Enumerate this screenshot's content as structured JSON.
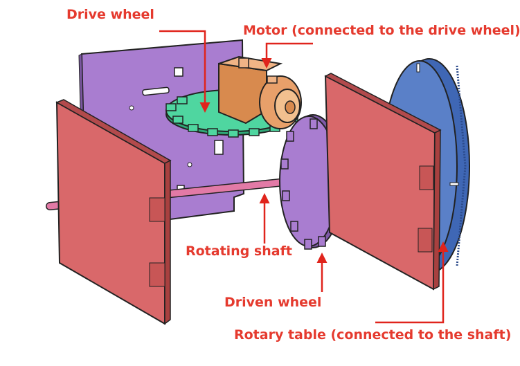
{
  "labels": {
    "drive_wheel": "Drive wheel",
    "motor": "Motor (connected to the drive wheel)",
    "rotating_shaft": "Rotating shaft",
    "driven_wheel": "Driven wheel",
    "rotary_table": "Rotary table (connected to the shaft)"
  },
  "colors": {
    "label_text": "#e53a2e",
    "leader_line": "#e0241c",
    "purple_panel": "#a97dd0",
    "red_panel": "#d9686a",
    "green_gear": "#4fd6a0",
    "motor_orange": "#e8a06a",
    "shaft_pink": "#e27aa6",
    "blue_disc": "#5a80c8",
    "outline": "#222222"
  }
}
